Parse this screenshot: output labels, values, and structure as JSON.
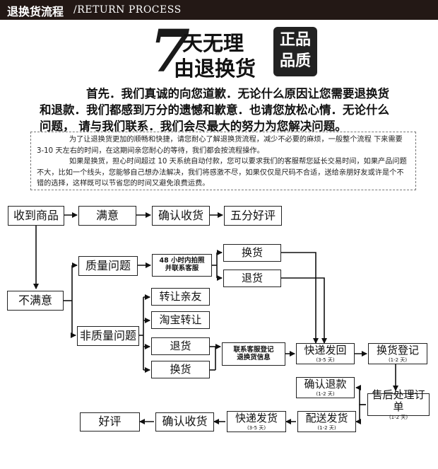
{
  "header": {
    "title_cn": "退换货流程",
    "title_en": "/RETURN PROCESS"
  },
  "banner": {
    "numeral": "7",
    "line1": "天无理",
    "line2": "由退换货",
    "seal_line1": "正品",
    "seal_line2": "品质"
  },
  "intro": {
    "line1": "首先．我们真诚的向您道歉．无论什么原因让您需要退换货",
    "line2": "和退款．我们都感到万分的遗憾和歉意．也请您放松心情．无论什么",
    "line3": "问题，  请与我们联系．我们会尽最大的努力为您解决问题。"
  },
  "notice": {
    "p1": "为了让退换货更加的顺畅和快捷，请您耐心了解退换货流程，减少不必要的麻烦，一般整个流程 下来需要 3-10 天左右的时间，在这期间亲您耐心的等待，我们都会按流程操作。",
    "p2": "如果是换货，担心时间超过 10 天系统自动付款，您可以要求我们的客服帮您延长交易时间，如果产品问题不大，比如一个线头，您能够自己想办法解决，我们将感激不尽，如果仅仅是尺码不合适，送给亲朋好友或许是个不错的选择，这样既可以节省您的时间又避免浪费运费。"
  },
  "flow": {
    "received": "收到商品",
    "satisfied": "满意",
    "confirm_receipt_top": "确认收货",
    "five_star": "五分好评",
    "unsatisfied": "不满意",
    "quality_issue": "质量问题",
    "photo_line1": "48 小时内拍照",
    "photo_line2": "并联系客服",
    "exchange_a": "换货",
    "return_a": "退货",
    "non_quality_issue": "非质量问题",
    "transfer_friend": "转让亲友",
    "taobao_transfer": "淘宝转让",
    "return_b": "退货",
    "exchange_b": "换货",
    "register_line1": "联系客服登记",
    "register_line2": "退换货信息",
    "express_return": "快递发回",
    "express_return_days": "(3-5 天)",
    "exchange_register": "换货登记",
    "exchange_register_days": "(1-2 天)",
    "confirm_refund": "确认退款",
    "confirm_refund_days": "(1-2 天)",
    "aftersale": "售后处理订单",
    "aftersale_days": "(1-2 天)",
    "delivery": "配送发货",
    "delivery_days": "(1-2 天)",
    "express_ship": "快递发货",
    "express_ship_days": "(3-5 天)",
    "confirm_receipt_bottom": "确认收货",
    "good_review": "好评"
  }
}
